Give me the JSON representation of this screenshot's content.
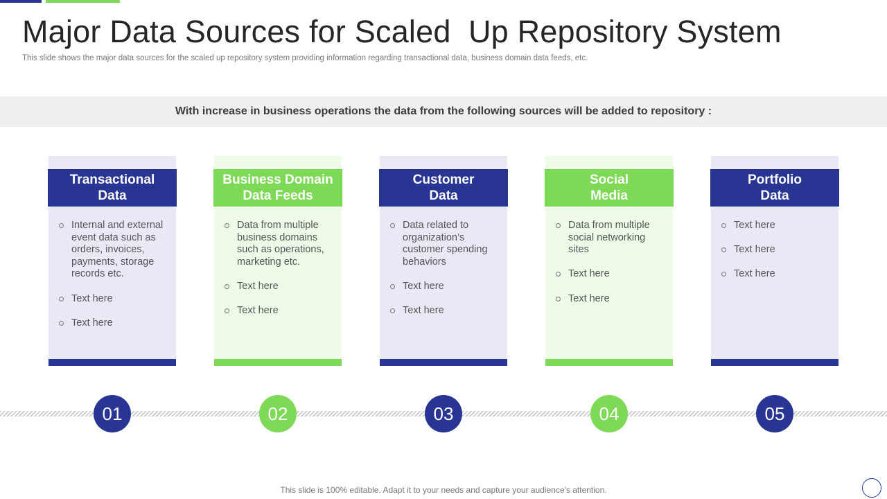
{
  "title": "Major Data Sources for Scaled  Up Repository System",
  "subtitle": "This slide shows the major data sources for the scaled up repository system providing information regarding transactional data, business domain data feeds, etc.",
  "banner": "With increase in business  operations the data from the following sources  will be added to repository  :",
  "cards": [
    {
      "heading": "Transactional\nData",
      "items": [
        "Internal and external event data such as orders, invoices, payments, storage records etc.",
        "Text here",
        "Text here"
      ]
    },
    {
      "heading": "Business Domain\nData Feeds",
      "items": [
        "Data from multiple business domains such as operations, marketing etc.",
        "Text here",
        "Text here"
      ]
    },
    {
      "heading": "Customer\nData",
      "items": [
        "Data related to organization’s customer spending behaviors",
        "Text here",
        "Text here"
      ]
    },
    {
      "heading": "Social\nMedia",
      "items": [
        "Data from multiple social networking sites",
        "Text here",
        "Text here"
      ]
    },
    {
      "heading": "Portfolio\nData",
      "items": [
        "Text here",
        "Text here",
        "Text here"
      ]
    }
  ],
  "steps": [
    "01",
    "02",
    "03",
    "04",
    "05"
  ],
  "footer": "This slide is 100% editable. Adapt it to your needs and capture your audience's attention.",
  "colors": {
    "primary": "#283593",
    "accent": "#7ed957"
  }
}
